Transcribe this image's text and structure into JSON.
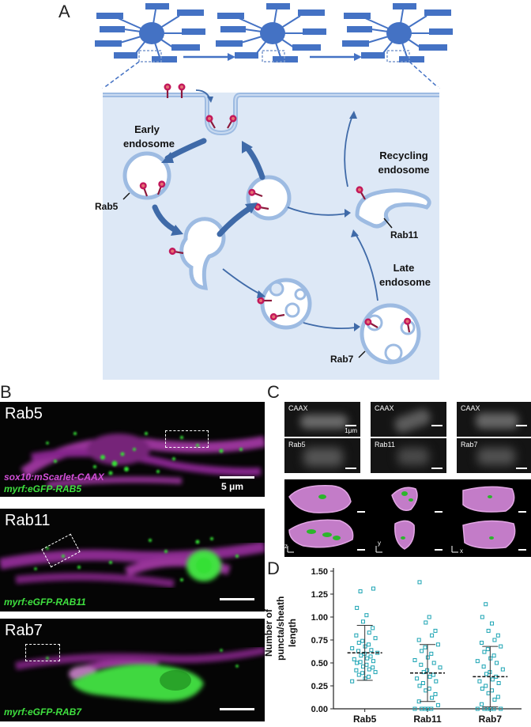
{
  "panels": {
    "a": "A",
    "b": "B",
    "c": "C",
    "d": "D"
  },
  "panel_a": {
    "early_endosome": "Early endosome",
    "rab5": "Rab5",
    "recycling_endosome": "Recycling endosome",
    "rab11": "Rab11",
    "late_endosome": "Late endosome",
    "rab7": "Rab7"
  },
  "panel_b": {
    "rab5_title": "Rab5",
    "caax_label": "sox10:mScarlet-CAAX",
    "rab5_marker": "myrf:eGFP-RAB5",
    "scale_label": "5 μm",
    "rab11_title": "Rab11",
    "rab11_marker": "myrf:eGFP-RAB11",
    "rab7_title": "Rab7",
    "rab7_marker": "myrf:eGFP-RAB7",
    "colors": {
      "magenta": "#c83cc8",
      "green": "#2edc2e"
    }
  },
  "panel_c": {
    "caax": "CAAX",
    "scale_1um": "1μm",
    "rab5": "Rab5",
    "rab11": "Rab11",
    "rab7": "Rab7",
    "axis_z": "z",
    "axis_y": "y",
    "axis_x": "x"
  },
  "chart_data": {
    "type": "scatter",
    "ylabel": "Number of puncta/sheath length",
    "categories": [
      "Rab5",
      "Rab11",
      "Rab7"
    ],
    "ylim": [
      0,
      1.5
    ],
    "yticks": [
      "0.00",
      "0.25",
      "0.50",
      "0.75",
      "1.00",
      "1.25",
      "1.50"
    ],
    "series": [
      {
        "category": "Rab5",
        "mean": 0.61,
        "sd_low": 0.31,
        "sd_high": 0.91,
        "values": [
          0.3,
          0.33,
          0.35,
          0.37,
          0.39,
          0.4,
          0.42,
          0.43,
          0.45,
          0.46,
          0.48,
          0.5,
          0.51,
          0.52,
          0.54,
          0.55,
          0.57,
          0.58,
          0.6,
          0.61,
          0.63,
          0.64,
          0.66,
          0.68,
          0.7,
          0.72,
          0.74,
          0.77,
          0.8,
          0.83,
          0.88,
          0.95,
          1.02,
          1.1,
          1.28,
          1.31
        ]
      },
      {
        "category": "Rab11",
        "mean": 0.39,
        "sd_low": 0.08,
        "sd_high": 0.7,
        "values": [
          0.0,
          0.0,
          0.0,
          0.0,
          0.0,
          0.04,
          0.08,
          0.12,
          0.16,
          0.2,
          0.22,
          0.25,
          0.28,
          0.3,
          0.33,
          0.35,
          0.37,
          0.4,
          0.42,
          0.45,
          0.48,
          0.5,
          0.53,
          0.56,
          0.6,
          0.63,
          0.67,
          0.7,
          0.75,
          0.8,
          0.85,
          0.94,
          1.0,
          1.38
        ]
      },
      {
        "category": "Rab7",
        "mean": 0.35,
        "sd_low": 0.02,
        "sd_high": 0.68,
        "values": [
          0.0,
          0.0,
          0.0,
          0.0,
          0.0,
          0.0,
          0.05,
          0.1,
          0.13,
          0.17,
          0.2,
          0.22,
          0.25,
          0.28,
          0.3,
          0.32,
          0.35,
          0.38,
          0.4,
          0.43,
          0.46,
          0.5,
          0.52,
          0.55,
          0.58,
          0.62,
          0.65,
          0.68,
          0.72,
          0.75,
          0.8,
          0.85,
          0.93,
          1.0,
          1.14
        ]
      }
    ],
    "marker_color": "#1aa3b3"
  }
}
